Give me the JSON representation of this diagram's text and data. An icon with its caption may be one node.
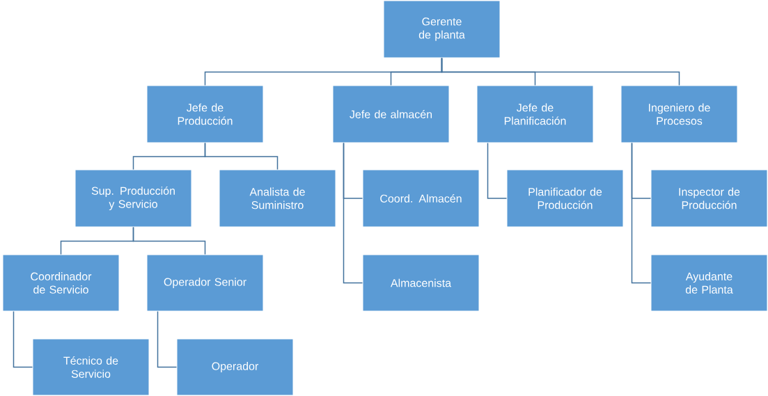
{
  "diagram": {
    "nodes": [
      {
        "text": [
          "Gerente de planta"
        ]
      },
      {
        "text": [
          "Jefe de Producción"
        ]
      },
      {
        "text": [
          "Jefe de almacén"
        ]
      },
      {
        "text": [
          "Jefe de Planificación"
        ]
      },
      {
        "text": [
          "Ingeniero de Procesos"
        ]
      },
      {
        "text": [
          "Sup. Producción y Servicio"
        ]
      },
      {
        "text": [
          "Analista de Suministro"
        ]
      },
      {
        "text": [
          "Coord. Almacén"
        ]
      },
      {
        "text": [
          "Planificador de Producción"
        ]
      },
      {
        "text": [
          "Inspector de Producción"
        ]
      },
      {
        "text": [
          "Coordinador de Servicio"
        ]
      },
      {
        "text": [
          "Operador Senior"
        ]
      },
      {
        "text": [
          "Almacenista"
        ]
      },
      {
        "text": [
          "Ayudante de Planta"
        ]
      },
      {
        "text": [
          "Técnico de Servicio"
        ]
      },
      {
        "text": [
          "Operador"
        ]
      }
    ],
    "edges": [
      {
        "from": 0,
        "to": 1,
        "arrow": "none"
      },
      {
        "from": 0,
        "to": 2,
        "arrow": "none"
      },
      {
        "from": 0,
        "to": 3,
        "arrow": "none"
      },
      {
        "from": 0,
        "to": 4,
        "arrow": "none"
      },
      {
        "from": 1,
        "to": 5,
        "arrow": "none"
      },
      {
        "from": 1,
        "to": 6,
        "arrow": "none"
      },
      {
        "from": 2,
        "to": 7,
        "arrow": "none"
      },
      {
        "from": 2,
        "to": 12,
        "arrow": "none"
      },
      {
        "from": 3,
        "to": 8,
        "arrow": "none"
      },
      {
        "from": 4,
        "to": 9,
        "arrow": "none"
      },
      {
        "from": 4,
        "to": 13,
        "arrow": "none"
      },
      {
        "from": 5,
        "to": 10,
        "arrow": "none"
      },
      {
        "from": 5,
        "to": 11,
        "arrow": "none"
      },
      {
        "from": 10,
        "to": 14,
        "arrow": "none"
      },
      {
        "from": 11,
        "to": 15,
        "arrow": "none"
      }
    ]
  }
}
